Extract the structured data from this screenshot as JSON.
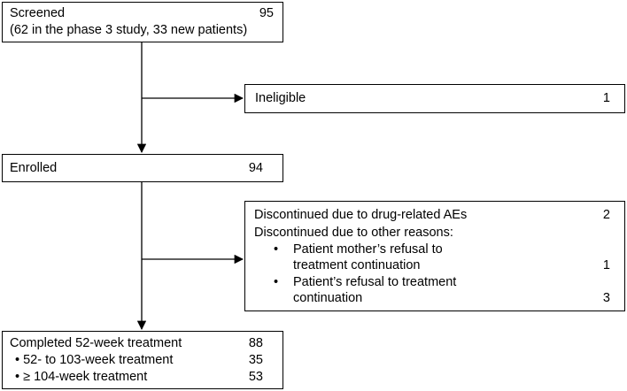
{
  "screened": {
    "label": "Screened",
    "count": "95",
    "detail": "(62 in the phase 3 study, 33 new patients)"
  },
  "ineligible": {
    "label": "Ineligible",
    "count": "1"
  },
  "enrolled": {
    "label": "Enrolled",
    "count": "94"
  },
  "discontinued": {
    "drug_ae_label": "Discontinued due to drug-related AEs",
    "drug_ae_count": "2",
    "other_label": "Discontinued due to other reasons:",
    "items": [
      {
        "bullet": "•",
        "line1": "Patient mother’s refusal to",
        "line2": "treatment continuation",
        "count": "1"
      },
      {
        "bullet": "•",
        "line1": "Patient’s refusal to treatment",
        "line2": "continuation",
        "count": "3"
      }
    ]
  },
  "completed": {
    "label": "Completed  52-week treatment",
    "count": "88",
    "items": [
      {
        "label": "• 52- to 103-week treatment",
        "count": "35"
      },
      {
        "label": "• ≥ 104-week treatment",
        "count": "53"
      }
    ]
  }
}
